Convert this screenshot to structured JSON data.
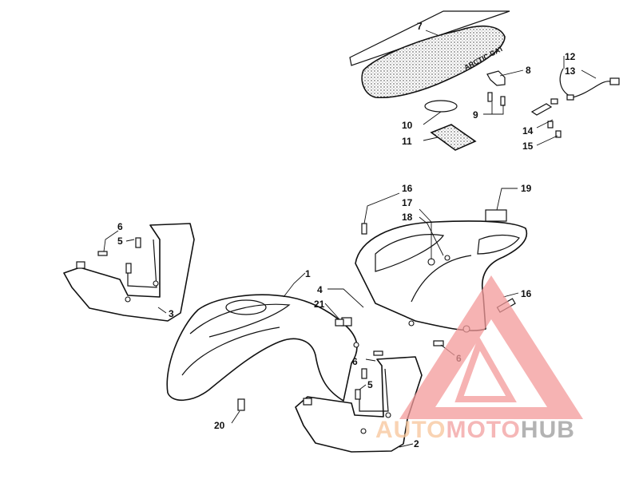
{
  "diagram": {
    "seat_brand": "ARCTIC CAT",
    "callouts": [
      "7",
      "8",
      "9",
      "10",
      "11",
      "12",
      "13",
      "14",
      "15",
      "16",
      "17",
      "18",
      "19",
      "1",
      "4",
      "21",
      "6",
      "5",
      "3",
      "16",
      "6",
      "6",
      "5",
      "20",
      "2"
    ]
  },
  "watermark": {
    "word_part_1": "AUTO",
    "word_part_2": "MOTO",
    "word_part_3": "HUB",
    "colors": {
      "triangle": "#f39a9a",
      "auto": "#f7c59a",
      "moto": "#f2a0a0",
      "hub": "#9a9a9a"
    }
  }
}
